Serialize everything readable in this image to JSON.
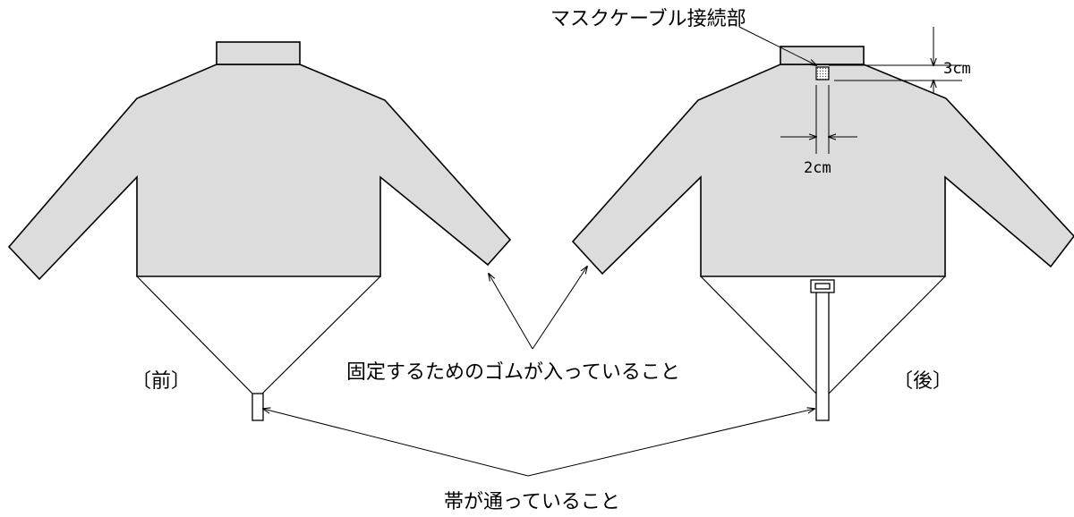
{
  "labels": {
    "connector": "マスクケーブル接続部",
    "dim_vertical": "3cm",
    "dim_horizontal": "2cm",
    "front": "〔前〕",
    "back": "〔後〕",
    "elastic_note": "固定するためのゴムが入っていること",
    "belt_note": "帯が通っていること"
  }
}
